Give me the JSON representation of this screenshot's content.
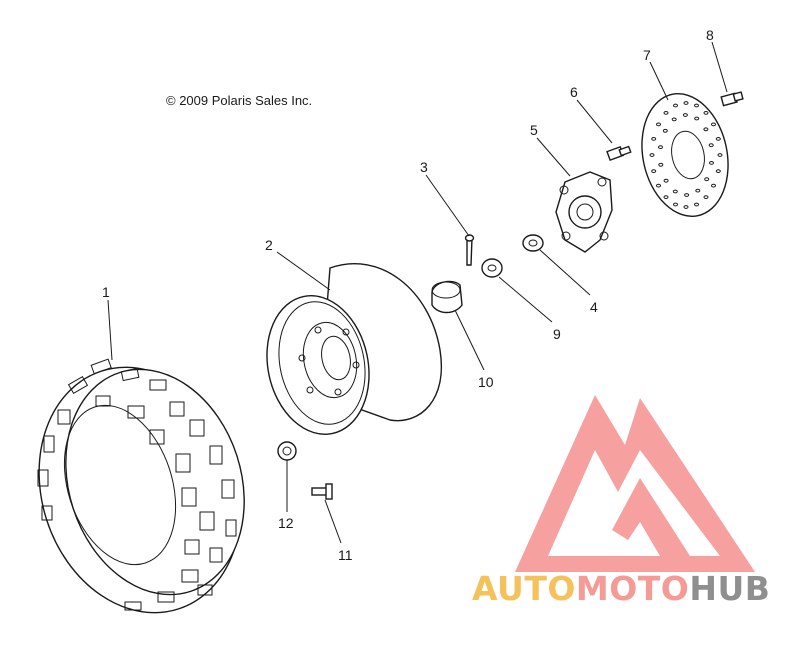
{
  "copyright": "© 2009 Polaris Sales Inc.",
  "callouts": [
    {
      "id": "1",
      "part": "tire"
    },
    {
      "id": "2",
      "part": "wheel"
    },
    {
      "id": "3",
      "part": "cotter-pin"
    },
    {
      "id": "4",
      "part": "washer"
    },
    {
      "id": "5",
      "part": "hub"
    },
    {
      "id": "6",
      "part": "hub-bolt"
    },
    {
      "id": "7",
      "part": "brake-disc"
    },
    {
      "id": "8",
      "part": "disc-bolt"
    },
    {
      "id": "9",
      "part": "castle-nut"
    },
    {
      "id": "10",
      "part": "hub-cap"
    },
    {
      "id": "11",
      "part": "wheel-stud"
    },
    {
      "id": "12",
      "part": "lug-nut"
    }
  ],
  "watermark": {
    "parts": [
      "AUTO",
      "MOTO",
      "HUB"
    ],
    "colors": {
      "auto": "#f5c15a",
      "moto": "#f59a94",
      "hub": "#8f8f8f",
      "logo": "#f48f8f"
    }
  }
}
